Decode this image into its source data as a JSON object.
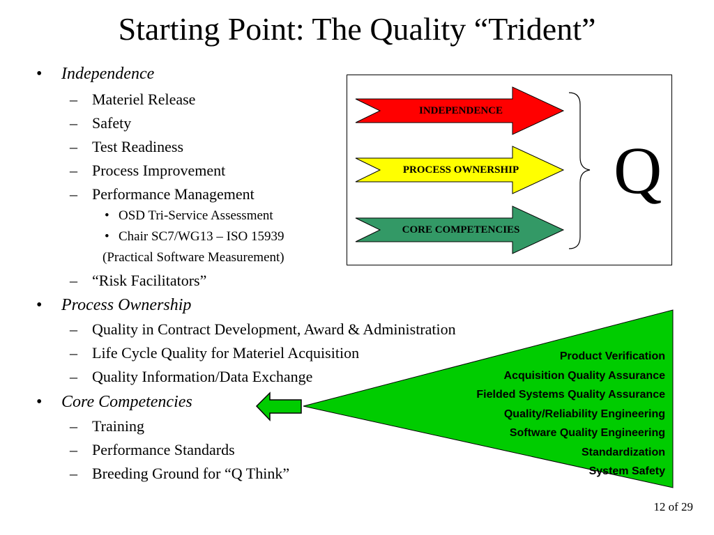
{
  "title": "Starting Point: The Quality “Trident”",
  "outline": {
    "independence": {
      "heading": "Independence",
      "items": [
        "Materiel Release",
        "Safety",
        "Test Readiness",
        "Process Improvement",
        "Performance Management"
      ],
      "sub_items": [
        "OSD Tri-Service Assessment",
        "Chair SC7/WG13 – ISO 15939"
      ],
      "sub_note": "(Practical Software Measurement)",
      "last_item": "“Risk Facilitators”"
    },
    "process_ownership": {
      "heading": "Process Ownership",
      "items": [
        "Quality in Contract Development, Award & Administration",
        "Life Cycle Quality for Materiel Acquisition",
        "Quality Information/Data Exchange"
      ]
    },
    "core_competencies": {
      "heading": "Core Competencies",
      "items": [
        "Training",
        "Performance Standards",
        "Breeding Ground for “Q Think”"
      ]
    },
    "bullet": "•",
    "dash": "–"
  },
  "trident": {
    "arrows": [
      {
        "label": "INDEPENDENCE",
        "color": "#ff0000"
      },
      {
        "label": "PROCESS OWNERSHIP",
        "color": "#ffff00"
      },
      {
        "label": "CORE COMPETENCIES",
        "color": "#339966"
      }
    ],
    "symbol": "Q"
  },
  "competencies_triangle": {
    "color": "#00cc00",
    "items": [
      "Product Verification",
      "Acquisition Quality Assurance",
      "Fielded Systems Quality Assurance",
      "Quality/Reliability Engineering",
      "Software Quality Engineering",
      "Standardization",
      "System Safety"
    ]
  },
  "page_number": "12 of 29"
}
